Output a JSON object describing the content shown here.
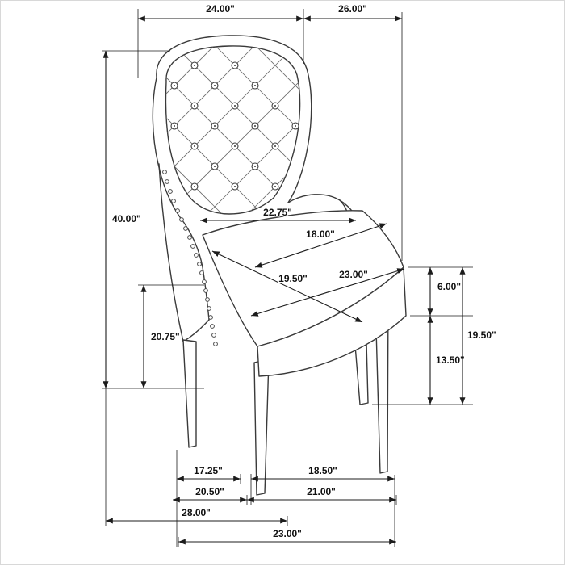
{
  "page": {
    "background": "#ffffff",
    "line_color": "#3a3a3a",
    "dimension_color": "#1c1c1c"
  },
  "dimensions": {
    "back_width": "24.00\"",
    "front_width": "26.00\"",
    "overall_height": "40.00\"",
    "arm_height": "20.75\"",
    "seat_back_width": "22.75\"",
    "seat_depth": "18.00\"",
    "seat_diagonal": "23.00\"",
    "seat_front_width": "19.50\"",
    "cushion_thickness": "6.00\"",
    "leg_height": "13.50\"",
    "seat_height": "19.50\"",
    "leg_span_side": "17.25\"",
    "leg_span_front": "18.50\"",
    "base_depth": "20.50\"",
    "base_width": "21.00\"",
    "overall_depth": "28.00\"",
    "overall_width": "23.00\""
  }
}
